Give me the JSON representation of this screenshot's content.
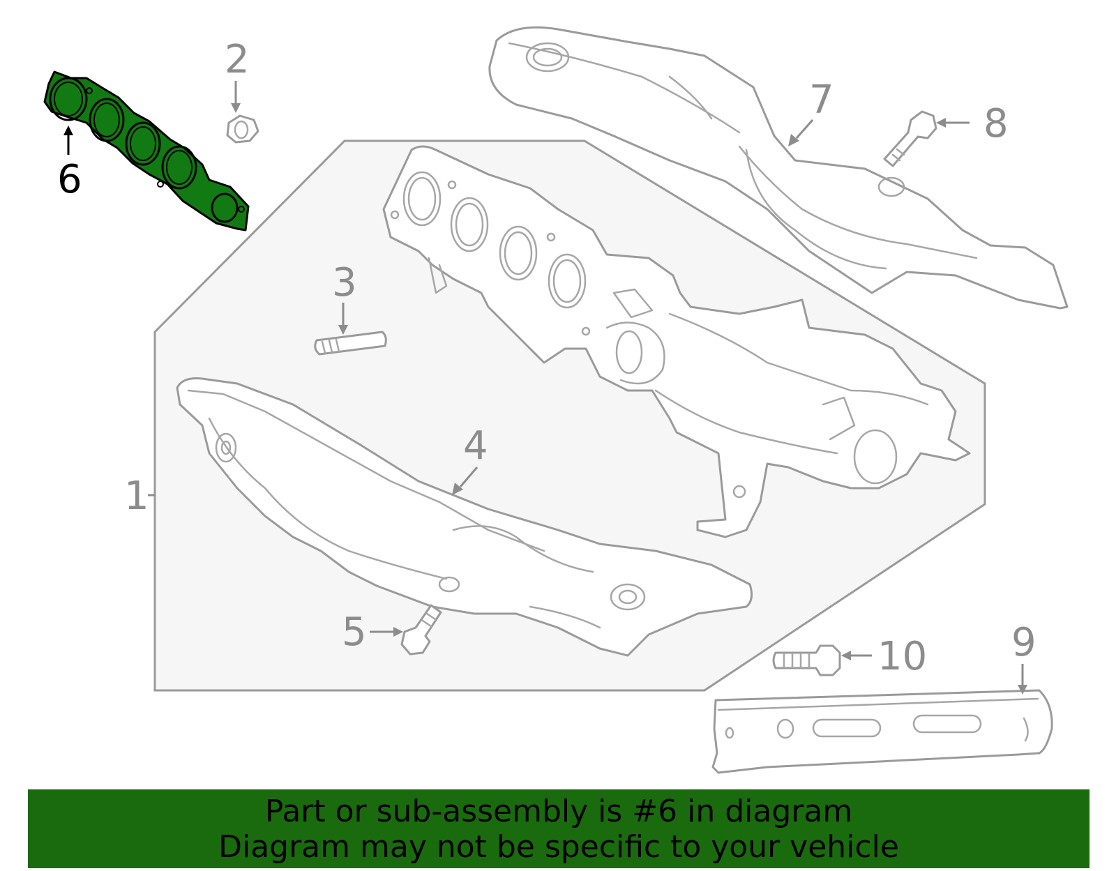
{
  "callouts": {
    "c1": "1",
    "c2": "2",
    "c3": "3",
    "c4": "4",
    "c5": "5",
    "c6": "6",
    "c7": "7",
    "c8": "8",
    "c9": "9",
    "c10": "10"
  },
  "highlight": {
    "part_number": "6",
    "fill_color": "#127a12",
    "outline_color": "#000000"
  },
  "banner": {
    "line1": "Part or sub-assembly is #6 in diagram",
    "line2": "Diagram may not be specific to your vehicle",
    "background_color": "#1a6b0e"
  }
}
